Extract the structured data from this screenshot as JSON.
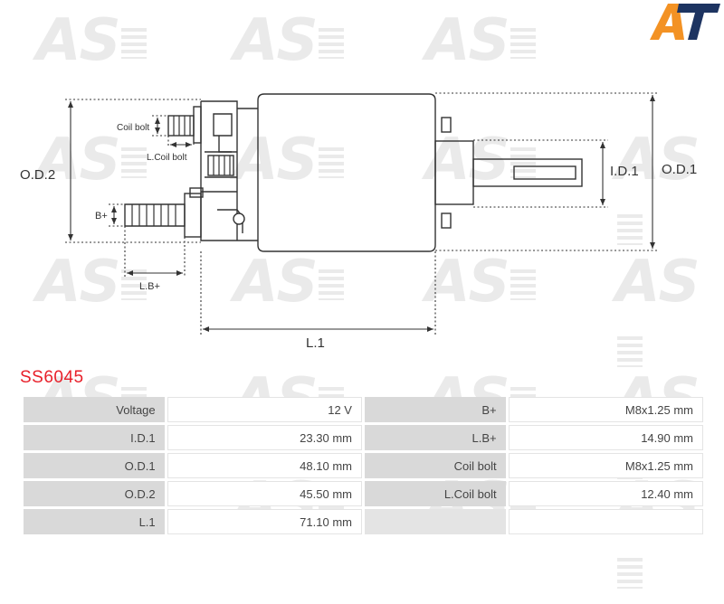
{
  "watermark_text": "AS",
  "logo_text": "AT",
  "colors": {
    "brand_orange": "#f39224",
    "brand_navy": "#1d3461",
    "part_code_red": "#e8202a",
    "label_cell": "#d9d9d9"
  },
  "diagram": {
    "labels": {
      "od2": "O.D.2",
      "od1": "O.D.1",
      "id1": "I.D.1",
      "l1": "L.1",
      "b_plus": "B+",
      "lb_plus": "L.B+",
      "coil_bolt": "Coil bolt",
      "l_coil_bolt": "L.Coil bolt"
    }
  },
  "part_code": "SS6045",
  "specs": [
    {
      "left_label": "Voltage",
      "left_value": "12 V",
      "right_label": "B+",
      "right_value": "M8x1.25 mm"
    },
    {
      "left_label": "I.D.1",
      "left_value": "23.30 mm",
      "right_label": "L.B+",
      "right_value": "14.90 mm"
    },
    {
      "left_label": "O.D.1",
      "left_value": "48.10 mm",
      "right_label": "Coil bolt",
      "right_value": "M8x1.25 mm"
    },
    {
      "left_label": "O.D.2",
      "left_value": "45.50 mm",
      "right_label": "L.Coil bolt",
      "right_value": "12.40 mm"
    },
    {
      "left_label": "L.1",
      "left_value": "71.10 mm",
      "right_label": "",
      "right_value": ""
    }
  ]
}
